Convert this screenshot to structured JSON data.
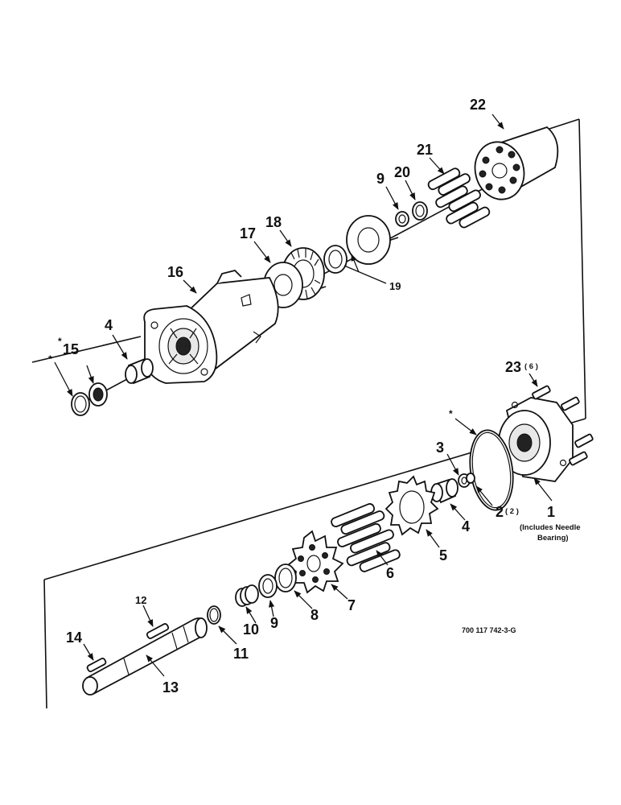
{
  "labels": {
    "p1": "1",
    "p1_note_line1": "(Includes Needle",
    "p1_note_line2": "Bearing)",
    "p2": "2",
    "p2_qty": "( 2 )",
    "p3": "3",
    "p4a": "4",
    "p4b": "4",
    "p5": "5",
    "p6": "6",
    "p7": "7",
    "p8": "8",
    "p9a": "9",
    "p9b": "9",
    "p10": "10",
    "p11": "11",
    "p12": "12",
    "p13": "13",
    "p14": "14",
    "p15": "15",
    "p16": "16",
    "p17": "17",
    "p18": "18",
    "p19": "19",
    "p20": "20",
    "p21": "21",
    "p22": "22",
    "p23": "23",
    "p23_qty": "( 6 )",
    "asterisk": "*"
  },
  "drawing_ref": "700 117 742-3-G"
}
